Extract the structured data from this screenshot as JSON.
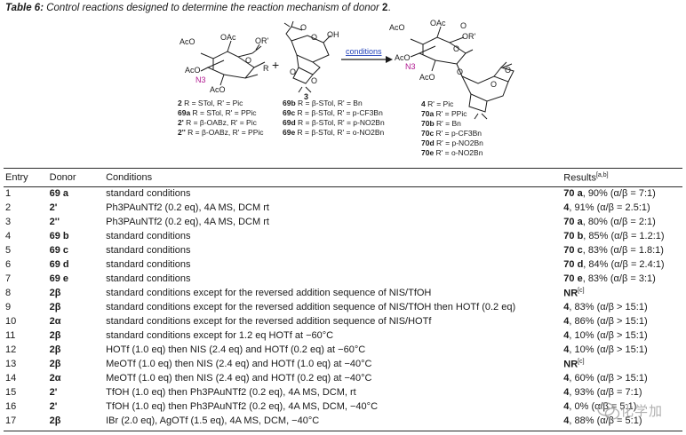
{
  "caption": {
    "table_no": "Table 6:",
    "text_before": "Control reactions designed to determine the reaction mechanism of donor",
    "donor_no": "2",
    "text_after": "."
  },
  "scheme": {
    "plus": "+",
    "arrow_label": "conditions",
    "donor": {
      "groups": [
        "AcO",
        "OAc",
        "OR'",
        "AcO",
        "N3",
        "R",
        "AcO",
        "O"
      ],
      "defs": [
        {
          "no": "2",
          "text": " R = STol, R' = Pic"
        },
        {
          "no": "69a",
          "text": " R = STol, R' = PPic"
        },
        {
          "no": "2'",
          "text": " R = β-OABz, R' = Pic"
        },
        {
          "no": "2''",
          "text": " R = β-OABz, R' = PPic"
        }
      ]
    },
    "acceptor": {
      "no": "3",
      "groups": [
        "OH",
        "O",
        "O",
        "O",
        "O"
      ],
      "defs": [
        {
          "no": "69b",
          "text": " R = β-STol, R' = Bn"
        },
        {
          "no": "69c",
          "text": " R = β-STol, R' = p-CF3Bn"
        },
        {
          "no": "69d",
          "text": " R = β-STol, R' = p-NO2Bn"
        },
        {
          "no": "69e",
          "text": " R = β-STol, R' = o-NO2Bn"
        }
      ]
    },
    "product": {
      "groups": [
        "AcO",
        "OAc",
        "O",
        "OR'",
        "AcO",
        "N3",
        "AcO",
        "O",
        "O",
        "O",
        "O"
      ],
      "defs": [
        {
          "no": "4",
          "text": " R' = Pic"
        },
        {
          "no": "70a",
          "text": " R' = PPic"
        },
        {
          "no": "70b",
          "text": " R' = Bn"
        },
        {
          "no": "70c",
          "text": " R' = p-CF3Bn"
        },
        {
          "no": "70d",
          "text": " R' = p-NO2Bn"
        },
        {
          "no": "70e",
          "text": " R' = o-NO2Bn"
        }
      ]
    },
    "colors": {
      "azide": "#b0178f",
      "arrow_label": "#1f3fb8",
      "ink": "#1a1a1a"
    }
  },
  "table": {
    "headers": {
      "entry": "Entry",
      "donor": "Donor",
      "conditions": "Conditions",
      "results": "Results",
      "results_sup": "[a,b]"
    },
    "rows": [
      {
        "entry": "1",
        "donor": "69 a",
        "conditions": "standard conditions",
        "product": "70 a",
        "result": ", 90% (α/β = 7:1)"
      },
      {
        "entry": "2",
        "donor": "2'",
        "conditions": "Ph3PAuNTf2 (0.2 eq), 4A MS, DCM rt",
        "product": "4",
        "result": ", 91% (α/β = 2.5:1)"
      },
      {
        "entry": "3",
        "donor": "2''",
        "conditions": "Ph3PAuNTf2 (0.2 eq), 4A MS, DCM rt",
        "product": "70 a",
        "result": ", 80% (α/β = 2:1)"
      },
      {
        "entry": "4",
        "donor": "69 b",
        "conditions": "standard conditions",
        "product": "70 b",
        "result": ", 85% (α/β = 1.2:1)"
      },
      {
        "entry": "5",
        "donor": "69 c",
        "conditions": "standard conditions",
        "product": "70 c",
        "result": ", 83% (α/β = 1.8:1)"
      },
      {
        "entry": "6",
        "donor": "69 d",
        "conditions": "standard conditions",
        "product": "70 d",
        "result": ", 84% (α/β = 2.4:1)"
      },
      {
        "entry": "7",
        "donor": "69 e",
        "conditions": "standard conditions",
        "product": "70 e",
        "result": ", 83% (α/β = 3:1)"
      },
      {
        "entry": "8",
        "donor": "2β",
        "conditions": "standard conditions except for the reversed addition sequence of NIS/TfOH",
        "product": "NR",
        "result": "",
        "result_sup": "[c]"
      },
      {
        "entry": "9",
        "donor": "2β",
        "conditions": "standard conditions except for the reversed addition sequence of NIS/TfOH then HOTf (0.2 eq)",
        "product": "4",
        "result": ", 83% (α/β > 15:1)"
      },
      {
        "entry": "10",
        "donor": "2α",
        "conditions": "standard conditions except for the reversed addition sequence of NIS/HOTf",
        "product": "4",
        "result": ", 86% (α/β > 15:1)"
      },
      {
        "entry": "11",
        "donor": "2β",
        "conditions": "standard conditions except for 1.2 eq HOTf at −60°C",
        "product": "4",
        "result": ", 10% (α/β > 15:1)"
      },
      {
        "entry": "12",
        "donor": "2β",
        "conditions": "HOTf (1.0 eq) then NIS (2.4 eq) and HOTf (0.2 eq) at −60°C",
        "product": "4",
        "result": ", 10% (α/β > 15:1)"
      },
      {
        "entry": "13",
        "donor": "2β",
        "conditions": "MeOTf (1.0 eq) then NIS (2.4 eq) and HOTf (1.0 eq) at −40°C",
        "product": "NR",
        "result": "",
        "result_sup": "[c]"
      },
      {
        "entry": "14",
        "donor": "2α",
        "conditions": "MeOTf (1.0 eq) then NIS (2.4 eq) and HOTf (0.2 eq) at −40°C",
        "product": "4",
        "result": ", 60% (α/β > 15:1)"
      },
      {
        "entry": "15",
        "donor": "2'",
        "conditions": "TfOH (1.0 eq) then Ph3PAuNTf2 (0.2 eq), 4A MS, DCM, rt",
        "product": "4",
        "result": ", 93% (α/β = 7:1)"
      },
      {
        "entry": "16",
        "donor": "2'",
        "conditions": "TfOH (1.0 eq) then Ph3PAuNTf2 (0.2 eq), 4A MS, DCM, −40°C",
        "product": "4",
        "result": ", 0% (α/β = 5:1)"
      },
      {
        "entry": "17",
        "donor": "2β",
        "conditions": "IBr (2.0 eq), AgOTf (1.5 eq), 4A MS, DCM, −40°C",
        "product": "4",
        "result": ", 88% (α/β = 5:1)"
      }
    ]
  },
  "watermark": {
    "text": "化学加",
    "icon": "wechat-logo-icon"
  }
}
